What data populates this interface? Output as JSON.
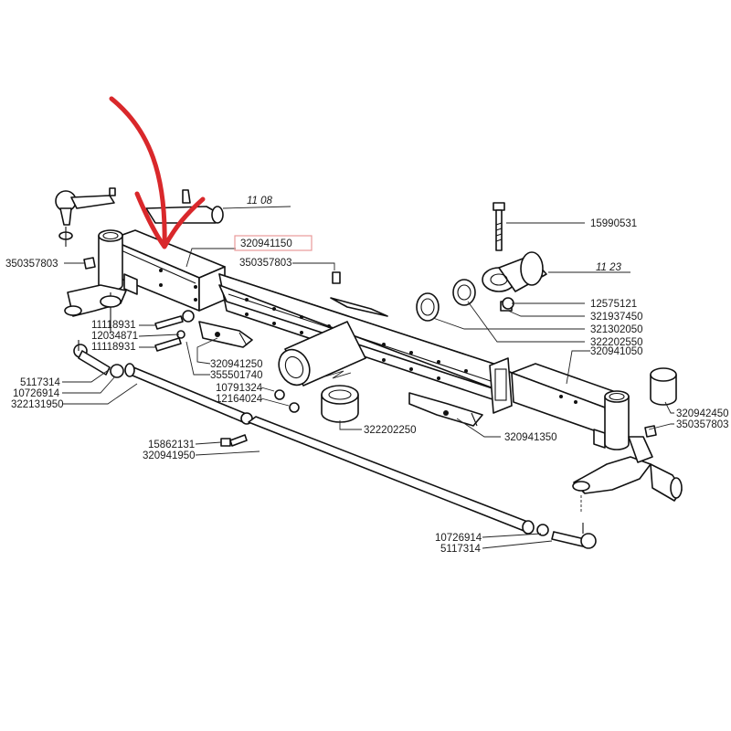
{
  "diagram": {
    "labels": {
      "l_320941150": "320941150",
      "l_350357803_a": "350357803",
      "l_350357803_b": "350357803",
      "l_350357803_c": "350357803",
      "l_11118931_a": "11118931",
      "l_12034871": "12034871",
      "l_11118931_b": "11118931",
      "l_320941250": "320941250",
      "l_355501740": "355501740",
      "l_5117314_a": "5117314",
      "l_10726914_a": "10726914",
      "l_322131950": "322131950",
      "l_10791324": "10791324",
      "l_12164024": "12164024",
      "l_15862131": "15862131",
      "l_320941950": "320941950",
      "l_322202250_a": "322202250",
      "l_320941350": "320941350",
      "l_15990531": "15990531",
      "l_12575121": "12575121",
      "l_321937450": "321937450",
      "l_321302050": "321302050",
      "l_322202550": "322202550",
      "l_320941050": "320941050",
      "l_320942450": "320942450",
      "l_10726914_b": "10726914",
      "l_5117314_b": "5117314",
      "ref_1108": "11 08",
      "ref_1123": "11 23"
    },
    "colors": {
      "arrow": "#d9282b",
      "highlight_box": "#e89a9a",
      "ink": "#111111"
    }
  }
}
